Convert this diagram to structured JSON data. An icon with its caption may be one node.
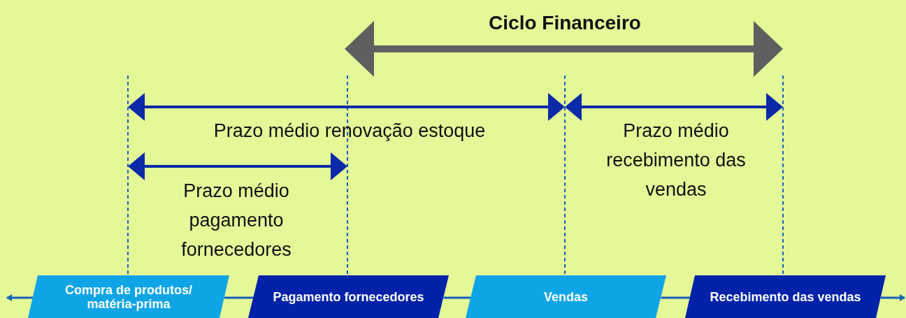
{
  "diagram": {
    "nodes": [
      {
        "text": [
          "Compra de produtos/ matéria-prima"
        ]
      },
      {
        "text": [
          "Pagamento fornecedores"
        ]
      },
      {
        "text": [
          "Vendas"
        ]
      },
      {
        "text": [
          "Recebimento das vendas"
        ]
      }
    ],
    "edges": [
      {
        "from": 0,
        "to": null,
        "arrow": "to"
      },
      {
        "from": 0,
        "to": 1,
        "arrow": "none"
      },
      {
        "from": 1,
        "to": 2,
        "arrow": "none"
      },
      {
        "from": 2,
        "to": 3,
        "arrow": "none"
      },
      {
        "from": 3,
        "to": null,
        "arrow": "to"
      }
    ],
    "labels": [
      "Ciclo Financeiro",
      "Prazo médio renovação estoque",
      "Prazo médio recebimento das vendas",
      "Prazo médio pagamento fornecedores"
    ]
  }
}
